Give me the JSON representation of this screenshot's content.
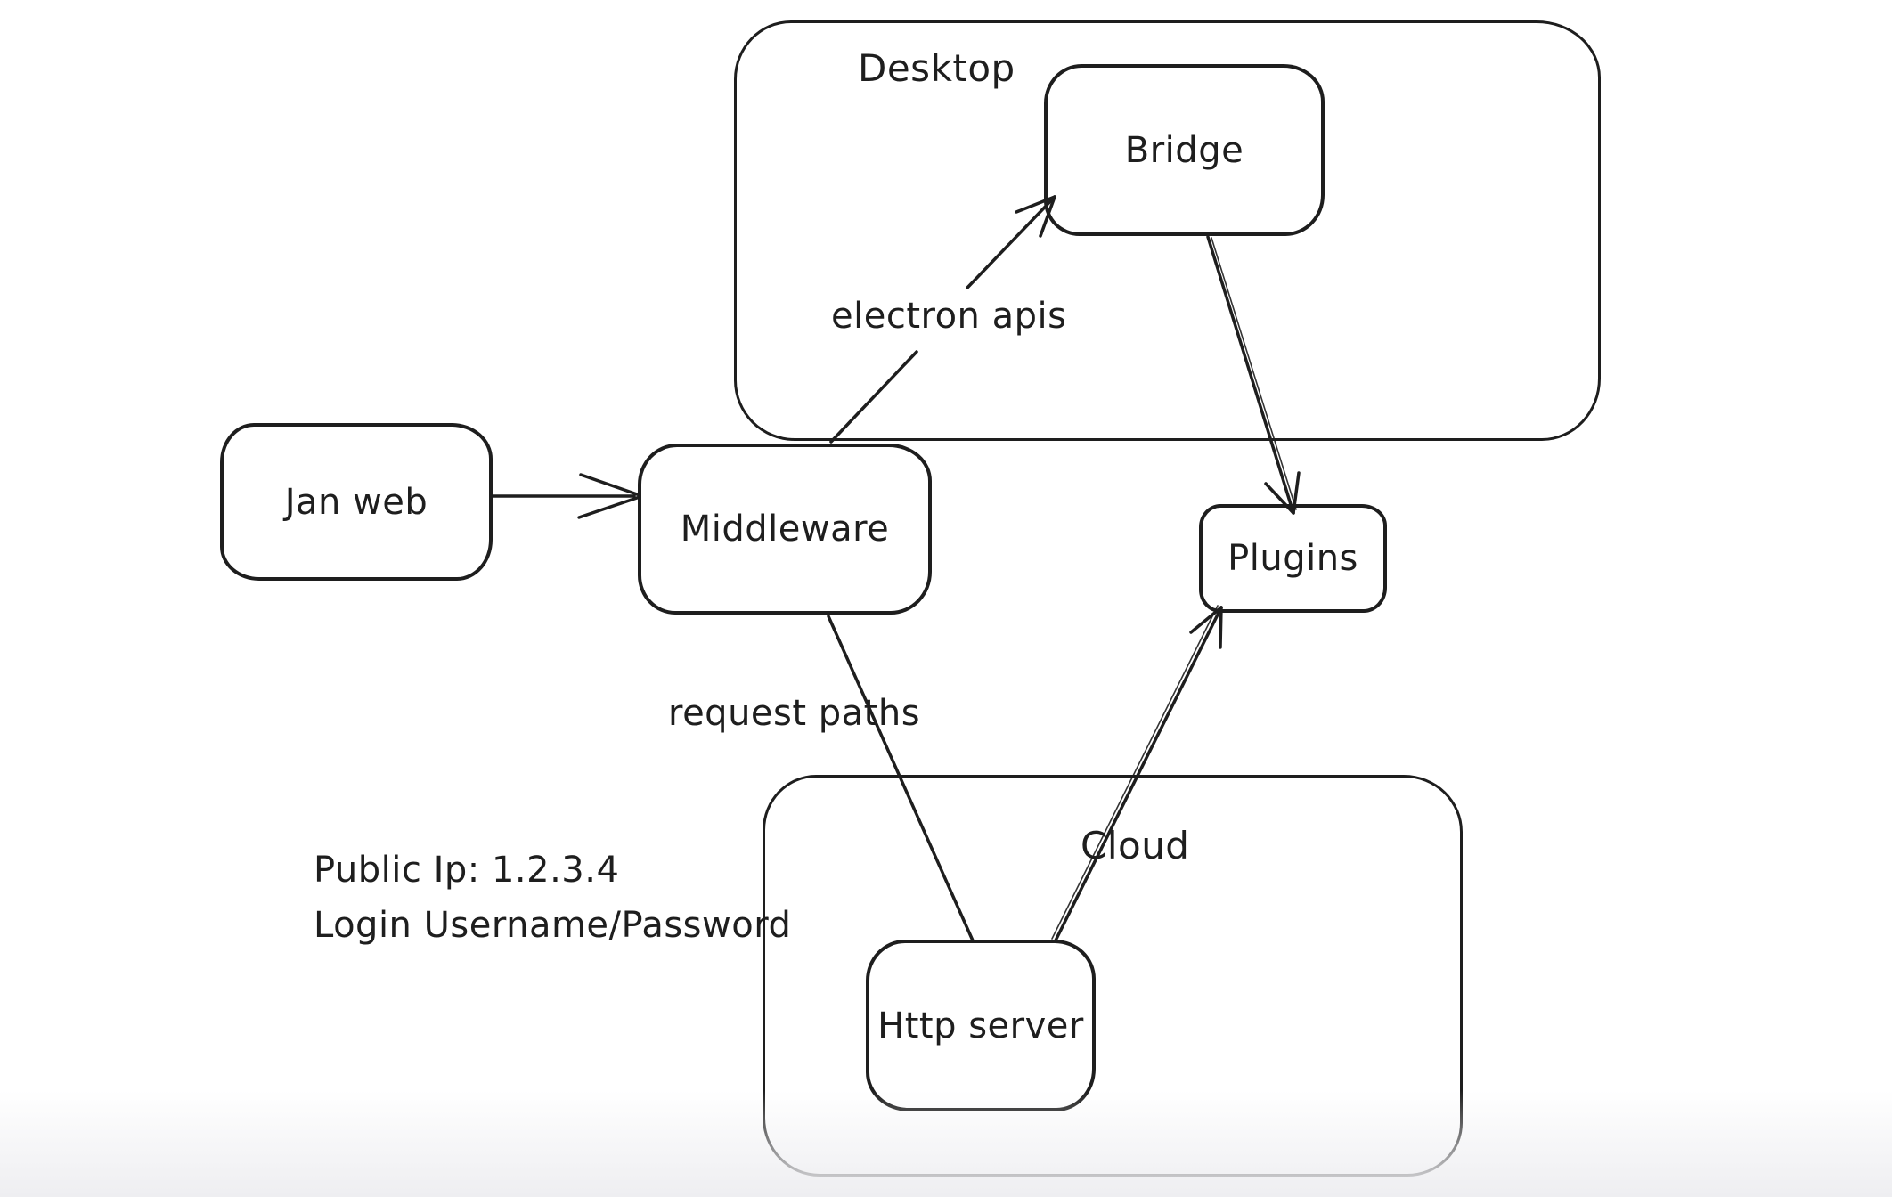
{
  "canvas": {
    "background": "#ffffff",
    "stroke_color": "#1e1e1e",
    "bottom_fade_color": "#eeeef1"
  },
  "containers": [
    {
      "id": "desktop",
      "label": "Desktop"
    },
    {
      "id": "cloud",
      "label": "Cloud"
    }
  ],
  "nodes": [
    {
      "id": "jan-web",
      "label": "Jan web"
    },
    {
      "id": "middleware",
      "label": "Middleware"
    },
    {
      "id": "bridge",
      "label": "Bridge"
    },
    {
      "id": "plugins",
      "label": "Plugins"
    },
    {
      "id": "http-server",
      "label": "Http server"
    }
  ],
  "edges": [
    {
      "id": "jan-web-to-middleware",
      "from": "Jan web",
      "to": "Middleware"
    },
    {
      "id": "middleware-to-bridge",
      "from": "Middleware",
      "to": "Bridge",
      "label": "electron apis"
    },
    {
      "id": "bridge-to-plugins",
      "from": "Bridge",
      "to": "Plugins"
    },
    {
      "id": "middleware-to-http-server",
      "from": "Middleware",
      "to": "Http server",
      "label": "request paths"
    },
    {
      "id": "http-server-to-plugins",
      "from": "Http server",
      "to": "Plugins"
    }
  ],
  "annotations": {
    "public_ip": "Public Ip: 1.2.3.4",
    "login": "Login Username/Password"
  }
}
